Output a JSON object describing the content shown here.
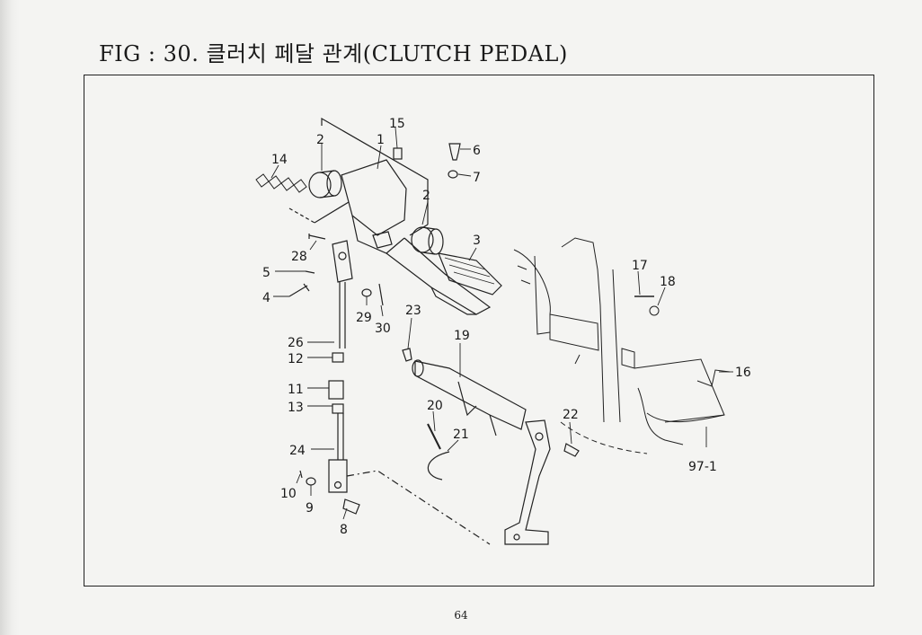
{
  "figure": {
    "title": "FIG : 30. 클러치 페달 관계(CLUTCH PEDAL)"
  },
  "callouts": {
    "c1": "1",
    "c2a": "2",
    "c2b": "2",
    "c3": "3",
    "c4": "4",
    "c5": "5",
    "c6": "6",
    "c7": "7",
    "c8": "8",
    "c9": "9",
    "c10": "10",
    "c11": "11",
    "c12": "12",
    "c13": "13",
    "c14": "14",
    "c15": "15",
    "c16": "16",
    "c17": "17",
    "c18": "18",
    "c19": "19",
    "c20": "20",
    "c21": "21",
    "c22": "22",
    "c23": "23",
    "c24": "24",
    "c26": "26",
    "c28": "28",
    "c29": "29",
    "c30": "30",
    "c97": "97-1"
  },
  "page": {
    "number": "64"
  }
}
